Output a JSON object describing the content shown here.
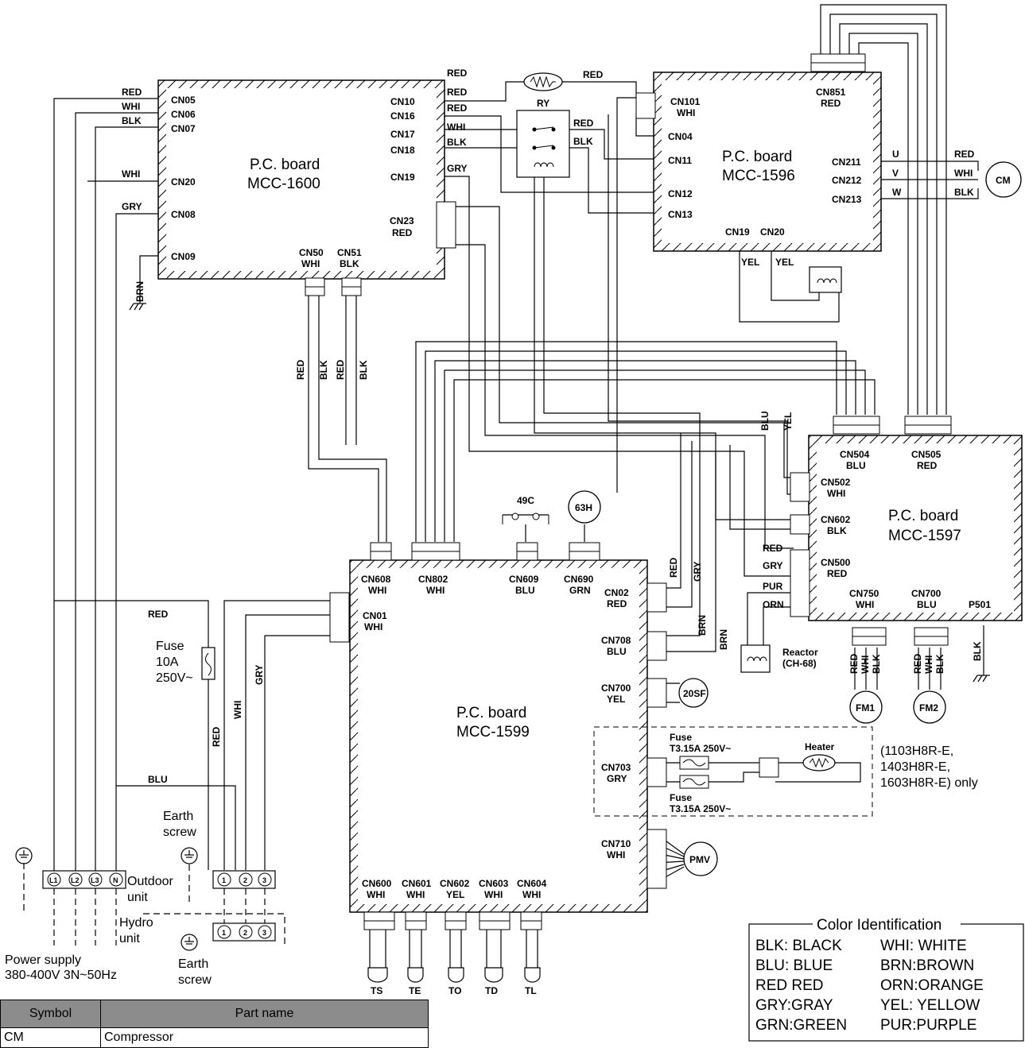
{
  "boards": {
    "b1600": {
      "title": "P.C. board",
      "model": "MCC-1600"
    },
    "b1596": {
      "title": "P.C. board",
      "model": "MCC-1596"
    },
    "b1597": {
      "title": "P.C. board",
      "model": "MCC-1597"
    },
    "b1599": {
      "title": "P.C. board",
      "model": "MCC-1599"
    }
  },
  "conn": {
    "cn05": "CN05",
    "cn06": "CN06",
    "cn07": "CN07",
    "cn20": "CN20",
    "cn08": "CN08",
    "cn09": "CN09",
    "cn10": "CN10",
    "cn16": "CN16",
    "cn17": "CN17",
    "cn18": "CN18",
    "cn19": "CN19",
    "cn23": "CN23",
    "cn50": "CN50",
    "cn51": "CN51",
    "cn101": "CN101",
    "cn04": "CN04",
    "cn11": "CN11",
    "cn12": "CN12",
    "cn13": "CN13",
    "cn851": "CN851",
    "cn211": "CN211",
    "cn212": "CN212",
    "cn213": "CN213",
    "cn19b": "CN19",
    "cn20b": "CN20",
    "cn504": "CN504",
    "cn505": "CN505",
    "cn502": "CN502",
    "cn602": "CN602",
    "cn500": "CN500",
    "cn750": "CN750",
    "cn700": "CN700",
    "p501": "P501",
    "cn608": "CN608",
    "cn802": "CN802",
    "cn609": "CN609",
    "cn690": "CN690",
    "cn02": "CN02",
    "cn01": "CN01",
    "cn708": "CN708",
    "cn700y": "CN700",
    "cn703": "CN703",
    "cn710": "CN710",
    "cn600": "CN600",
    "cn601": "CN601",
    "cn602b": "CN602",
    "cn603": "CN603",
    "cn604": "CN604"
  },
  "colors": {
    "red": "RED",
    "whi": "WHI",
    "blk": "BLK",
    "gry": "GRY",
    "brn": "BRN",
    "blu": "BLU",
    "yel": "YEL",
    "grn": "GRN",
    "pur": "PUR",
    "orn": "ORN"
  },
  "phases": {
    "u": "U",
    "v": "V",
    "w": "W"
  },
  "components": {
    "ry": "RY",
    "cm": "CM",
    "c49": "49C",
    "c63h": "63H",
    "sf20": "20SF",
    "fm1": "FM1",
    "fm2": "FM2",
    "pmv": "PMV",
    "heater": "Heater",
    "reactor_name": "Reactor",
    "reactor_model": "(CH-68)",
    "ts": "TS",
    "te": "TE",
    "to": "TO",
    "td": "TD",
    "tl": "TL"
  },
  "fuse_main": {
    "label": "Fuse",
    "rating": "10A",
    "voltage": "250V~"
  },
  "fuse_t": {
    "label": "Fuse",
    "rating": "T3.15A 250V~"
  },
  "heater_note": [
    "(1103H8R-E,",
    "1403H8R-E,",
    "1603H8R-E) only"
  ],
  "terminals": {
    "l1": "L1",
    "l2": "L2",
    "l3": "L3",
    "n": "N",
    "t1": "1",
    "t2": "2",
    "t3": "3",
    "outdoor": [
      "Outdoor",
      "unit"
    ],
    "hydro": [
      "Hydro",
      "unit"
    ],
    "earth": [
      "Earth",
      "screw"
    ],
    "power": [
      "Power supply",
      "380-400V 3N~50Hz"
    ]
  },
  "legend": {
    "title": "Color Identification",
    "entries": [
      {
        "left": "BLK: BLACK",
        "right": "WHI: WHITE"
      },
      {
        "left": "BLU: BLUE",
        "right": "BRN:BROWN"
      },
      {
        "left": "RED RED",
        "right": "ORN:ORANGE"
      },
      {
        "left": "GRY:GRAY",
        "right": "YEL: YELLOW"
      },
      {
        "left": "GRN:GREEN",
        "right": "PUR:PURPLE"
      }
    ]
  },
  "parts_table": {
    "headers": [
      "Symbol",
      "Part name"
    ],
    "rows": [
      {
        "symbol": "CM",
        "name": "Compressor"
      }
    ]
  }
}
